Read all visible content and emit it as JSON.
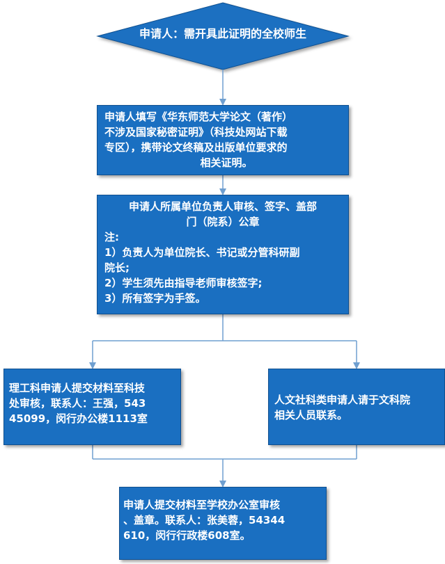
{
  "start": {
    "text": "申请人：需开具此证明的全校师生"
  },
  "step_fill_form": {
    "lines": [
      "申请人填写《华东师范大学论文（著作）",
      "不涉及国家秘密证明》（科技处网站下载",
      "专区），携带论文终稿及出版单位要求的",
      "相关证明。"
    ]
  },
  "step_unit_review": {
    "title_lines": [
      "申请人所属单位负责人审核、签字、盖部",
      "门（院系）公章"
    ],
    "note_label": "注:",
    "note_lines": [
      "1）负责人为单位院长、书记或分管科研副",
      "院长;",
      "2）学生须先由指导老师审核签字;",
      "3）所有签字为手签。"
    ]
  },
  "branch_science": {
    "lines": [
      "理工科申请人提交材料至科技",
      "处审核，联系人：王强，543",
      "45099，闵行办公楼1113室"
    ]
  },
  "branch_humanities": {
    "lines": [
      "人文社科类申请人请于文科院",
      "相关人员联系。"
    ]
  },
  "step_final": {
    "lines": [
      "申请人提交材料至学校办公室审核",
      "、盖章。联系人：张美蓉，54344",
      "610，闵行行政楼608室。"
    ]
  },
  "colors": {
    "box_fill": "#1a6fc1",
    "box_border": "#0f4f8f",
    "connector": "#6f9fd0",
    "text": "#ffffff"
  }
}
